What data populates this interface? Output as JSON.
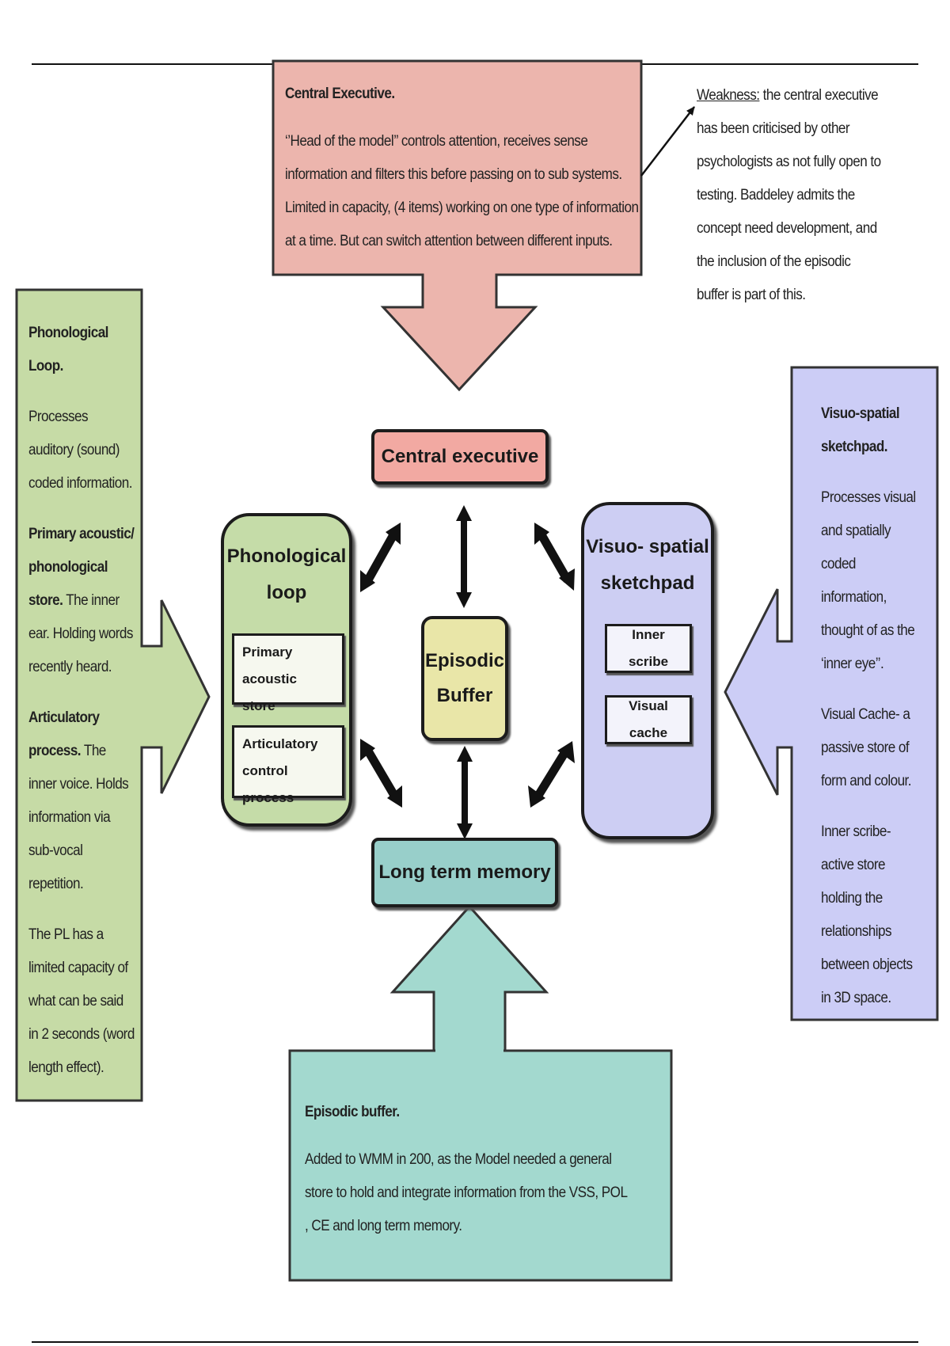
{
  "central_executive_callout": {
    "title": "Central Executive.",
    "body": "‘’Head of the model’’ controls attention, receives sense information and filters this before passing on to sub systems. Limited in capacity, (4 items) working on one type of information at a time. But can switch attention between different inputs.",
    "color": "#ecb5ad"
  },
  "weakness_note": {
    "label": "Weakness:",
    "body": " the central executive has been criticised by other psychologists as not fully open to testing. Baddeley admits the concept need development, and the inclusion of the episodic buffer is part of this."
  },
  "phonological_callout": {
    "color": "#c6dba6",
    "title": "Phonological Loop.",
    "intro": "Processes auditory (sound) coded information.",
    "store_title": "Primary acoustic/ phonological store.",
    "store_body": " The inner ear. Holding words recently heard.",
    "artic_title": "Articulatory process.",
    "artic_body": " The inner voice. Holds information via sub-vocal repetition.",
    "limit": "The PL has a limited capacity of what can be said in 2 seconds (word length effect)."
  },
  "visuospatial_callout": {
    "color": "#cccdf6",
    "title": "Visuo-spatial sketchpad.",
    "intro": "Processes visual and spatially coded information, thought of as the ‘inner eye’’.",
    "cache": "Visual Cache- a passive store of form and colour.",
    "scribe": "Inner scribe- active store holding the relationships between objects in 3D space."
  },
  "episodic_callout": {
    "color": "#a3d9cf",
    "title": "Episodic buffer.",
    "body": "Added to WMM in 200, as the Model needed a general store to hold and integrate information from the VSS, POL , CE and long term memory."
  },
  "model": {
    "central_executive": "Central executive",
    "long_term_memory": "Long term memory",
    "episodic_buffer": [
      "Episodic",
      "Buffer"
    ],
    "phonological_loop": [
      "Phonological",
      "loop"
    ],
    "primary_acoustic_store": [
      "Primary acoustic",
      "store"
    ],
    "articulatory_control": [
      "Articulatory",
      "control process"
    ],
    "visuospatial": [
      "Visuo- spatial",
      "sketchpad"
    ],
    "inner_scribe": "Inner scribe",
    "visual_cache": "Visual cache"
  }
}
